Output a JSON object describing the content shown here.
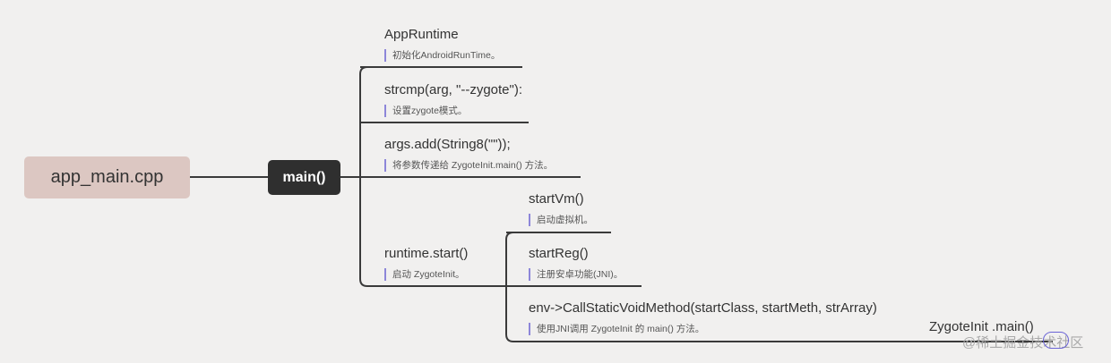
{
  "root": {
    "label": "app_main.cpp"
  },
  "main": {
    "label": "main()"
  },
  "branches": [
    {
      "title": "AppRuntime",
      "note": "初始化AndroidRunTime。"
    },
    {
      "title": "strcmp(arg, \"--zygote\"):",
      "note": "设置zygote模式。"
    },
    {
      "title": "args.add(String8(\"\"));",
      "note": "将参数传递给 ZygoteInit.main() 方法。"
    },
    {
      "title": "runtime.start()",
      "note": "启动 ZygoteInit。"
    }
  ],
  "sub_branches": [
    {
      "title": "startVm()",
      "note": "启动虚拟机。"
    },
    {
      "title": "startReg()",
      "note": "注册安卓功能(JNI)。"
    },
    {
      "title": "env->CallStaticVoidMethod(startClass, startMeth, strArray)",
      "note": "使用JNI调用 ZygoteInit 的 main() 方法。"
    }
  ],
  "leaf": {
    "title": "ZygoteInit .main()"
  },
  "watermark": {
    "text": "@稀土掘金技术社区"
  },
  "colors": {
    "root_bg": "#dcc7c2",
    "main_bg": "#2f2f2f",
    "line": "#3a3a3a",
    "note_bar": "#8d86d9"
  }
}
